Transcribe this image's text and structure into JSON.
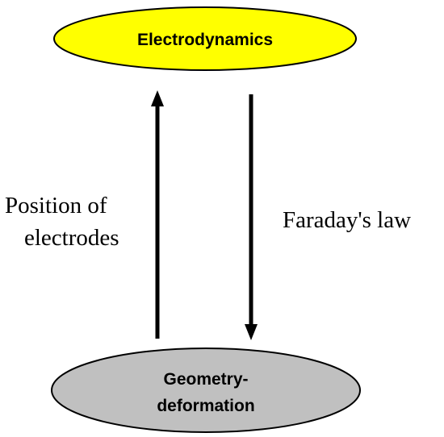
{
  "diagram": {
    "top_node": {
      "label": "Electrodynamics",
      "fill": "#ffff00"
    },
    "bottom_node": {
      "label_line1": "Geometry-",
      "label_line2": "deformation",
      "fill": "#c0c0c0"
    },
    "up_arrow": {
      "label_line1": "Position of",
      "label_line2": "electrodes"
    },
    "down_arrow": {
      "label": "Faraday's law"
    },
    "colors": {
      "stroke": "#000000",
      "text": "#000000"
    }
  }
}
